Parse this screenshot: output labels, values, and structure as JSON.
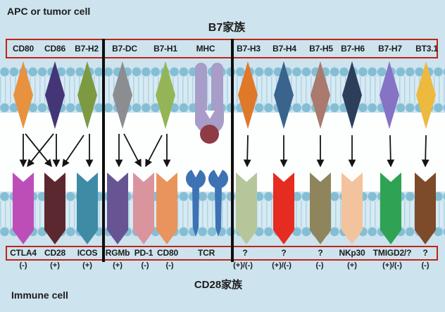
{
  "titles": {
    "top_cell": "APC or tumor cell",
    "bottom_cell": "Immune cell",
    "b7_family": "B7家族",
    "cd28_family": "CD28家族"
  },
  "colors": {
    "background": "#cde3ee",
    "extracellular_space": "#fdfefe",
    "membrane_head": "#84bed5",
    "membrane_inner": "#d7eaf3",
    "box_border": "#bf2418",
    "divider": "#0e0e0e",
    "arrow": "#141414",
    "text": "#1c1c1c"
  },
  "b7_family": {
    "ligands": [
      {
        "label": "CD80",
        "color": "#e8913f"
      },
      {
        "label": "CD86",
        "color": "#443577"
      },
      {
        "label": "B7-H2",
        "color": "#7d9a43"
      },
      {
        "label": "B7-DC",
        "color": "#8b8d90"
      },
      {
        "label": "B7-H1",
        "color": "#94b557"
      },
      {
        "label": "MHC",
        "color": "#a89cc8",
        "peptide_color": "#8e3b45"
      },
      {
        "label": "B7-H3",
        "color": "#e0782a"
      },
      {
        "label": "B7-H4",
        "color": "#3a648e"
      },
      {
        "label": "B7-H5",
        "color": "#a97a6d"
      },
      {
        "label": "B7-H6",
        "color": "#2d3e5a"
      },
      {
        "label": "B7-H7",
        "color": "#8673c5"
      },
      {
        "label": "BT3.1",
        "color": "#edb93e"
      }
    ]
  },
  "cd28_family": {
    "receptors": [
      {
        "label": "CTLA4",
        "sign": "(-)",
        "color": "#bd4eb8"
      },
      {
        "label": "CD28",
        "sign": "(+)",
        "color": "#5c2830"
      },
      {
        "label": "ICOS",
        "sign": "(+)",
        "color": "#3e8ba6"
      },
      {
        "label": "RGMb",
        "sign": "(+)",
        "color": "#675593"
      },
      {
        "label": "PD-1",
        "sign": "(-)",
        "color": "#d9949e"
      },
      {
        "label": "CD80",
        "sign": "(-)",
        "color": "#e8945c"
      },
      {
        "label": "TCR",
        "sign": "",
        "color": "#3d72b4"
      },
      {
        "label": "?",
        "sign": "(+)/(-)",
        "color": "#b5c79a"
      },
      {
        "label": "?",
        "sign": "(+)/(-)",
        "color": "#e62b20"
      },
      {
        "label": "?",
        "sign": "(-)",
        "color": "#8e855c"
      },
      {
        "label": "NKp30",
        "sign": "(+)",
        "color": "#f2c39c"
      },
      {
        "label": "TMIGD2/?",
        "sign": "(+)/(-)",
        "color": "#2fa353"
      },
      {
        "label": "?",
        "sign": "(-)",
        "color": "#7d4a2a"
      }
    ]
  },
  "interactions": [
    {
      "from": "CD80",
      "to": "CTLA4"
    },
    {
      "from": "CD80",
      "to": "CD28"
    },
    {
      "from": "CD86",
      "to": "CTLA4"
    },
    {
      "from": "CD86",
      "to": "CD28"
    },
    {
      "from": "B7-H2",
      "to": "CD28"
    },
    {
      "from": "B7-H2",
      "to": "ICOS"
    },
    {
      "from": "B7-DC",
      "to": "RGMb"
    },
    {
      "from": "B7-DC",
      "to": "PD-1"
    },
    {
      "from": "B7-H1",
      "to": "PD-1"
    },
    {
      "from": "B7-H1",
      "to": "CD80"
    },
    {
      "from": "B7-H3",
      "to": "?"
    },
    {
      "from": "B7-H4",
      "to": "?"
    },
    {
      "from": "B7-H5",
      "to": "?"
    },
    {
      "from": "B7-H6",
      "to": "NKp30"
    },
    {
      "from": "B7-H7",
      "to": "TMIGD2/?"
    },
    {
      "from": "BT3.1",
      "to": "?"
    }
  ]
}
